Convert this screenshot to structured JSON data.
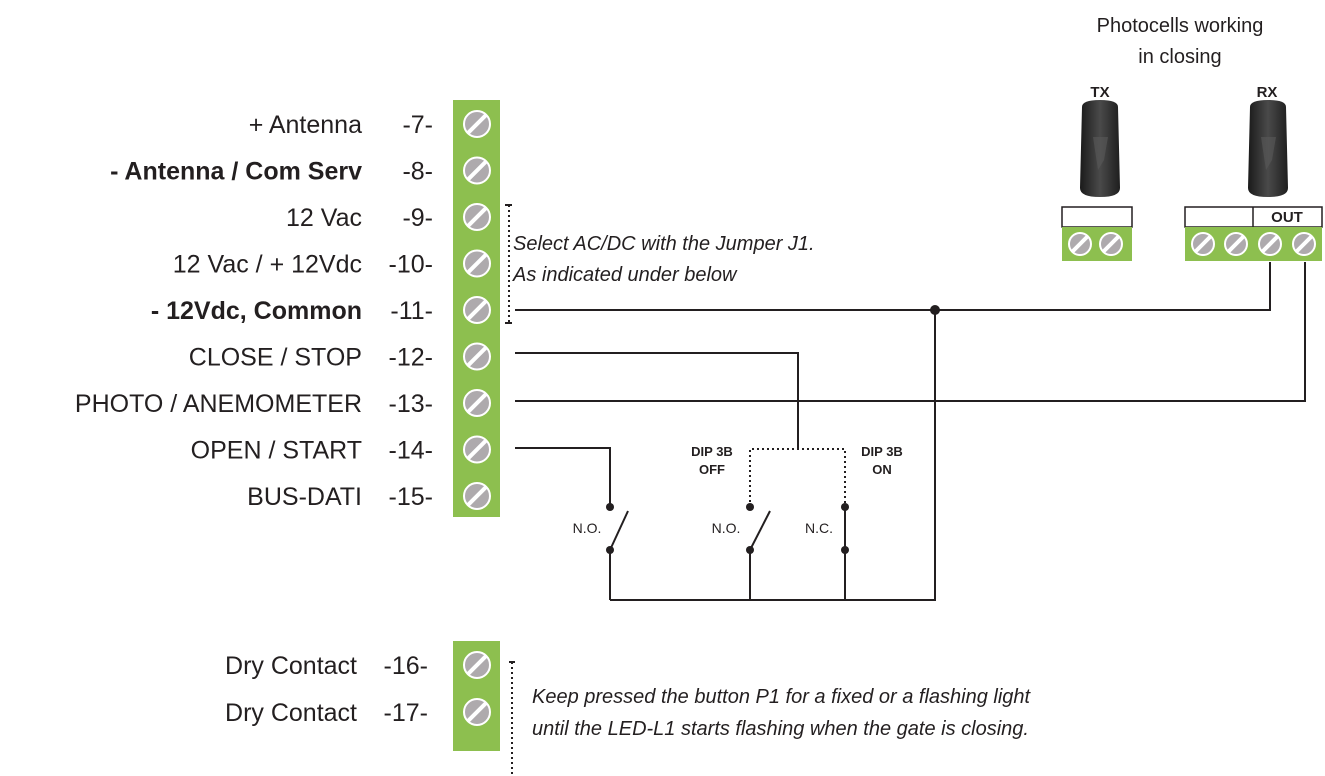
{
  "terminals": [
    {
      "label": "+ Antenna",
      "num": "-7-",
      "bold": false
    },
    {
      "label": "- Antenna / Com Serv",
      "num": "-8-",
      "bold": true
    },
    {
      "label": "12 Vac",
      "num": "-9-",
      "bold": false
    },
    {
      "label": "12 Vac / + 12Vdc",
      "num": "-10-",
      "bold": false
    },
    {
      "label": "- 12Vdc, Common",
      "num": "-11-",
      "bold": true
    },
    {
      "label": "CLOSE / STOP",
      "num": "-12-",
      "bold": false
    },
    {
      "label": "PHOTO / ANEMOMETER",
      "num": "-13-",
      "bold": false
    },
    {
      "label": "OPEN / START",
      "num": "-14-",
      "bold": false
    },
    {
      "label": "BUS-DATI",
      "num": "-15-",
      "bold": false
    }
  ],
  "lower_terminals": [
    {
      "label": "Dry Contact",
      "num": "-16-"
    },
    {
      "label": "Dry Contact",
      "num": "-17-"
    }
  ],
  "notes": {
    "jumper_line1": "Select AC/DC with the Jumper J1.",
    "jumper_line2": "As indicated under below",
    "light_line1": "Keep pressed the button P1 for a fixed or a flashing light",
    "light_line2": "until the LED-L1 starts flashing when the gate is closing."
  },
  "photocells": {
    "title_line1": "Photocells working",
    "title_line2": "in closing",
    "tx_label": "TX",
    "rx_label": "RX",
    "out_label": "OUT"
  },
  "switches": {
    "dip_off_line1": "DIP 3B",
    "dip_off_line2": "OFF",
    "dip_on_line1": "DIP 3B",
    "dip_on_line2": "ON",
    "no_label_1": "N.O.",
    "no_label_2": "N.O.",
    "nc_label": "N.C."
  },
  "colors": {
    "terminal_green": "#8dbf4f",
    "screw_gray": "#aeaaad",
    "photocell_body": "#2e2e2e",
    "wire": "#231f20"
  }
}
